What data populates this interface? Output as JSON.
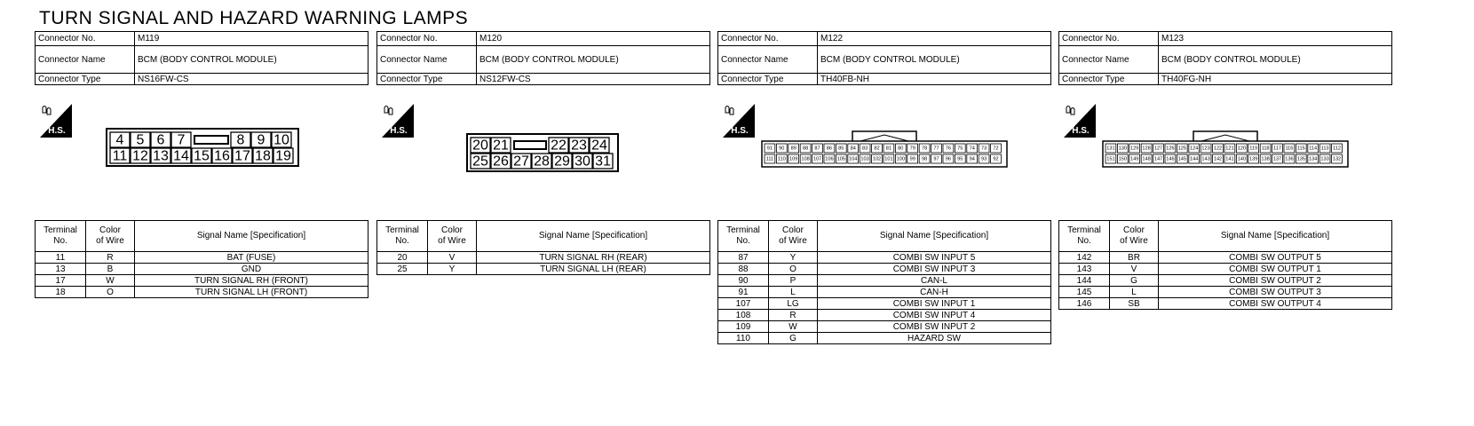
{
  "page_title": "TURN SIGNAL AND HAZARD WARNING LAMPS",
  "labels": {
    "connector_no": "Connector No.",
    "connector_name": "Connector Name",
    "connector_type": "Connector Type",
    "hs": "H.S.",
    "terminal_no": [
      "Terminal",
      "No."
    ],
    "color_of_wire": [
      "Color",
      "of Wire"
    ],
    "signal_name": "Signal Name [Specification]"
  },
  "connectors": [
    {
      "no": "M119",
      "name": "BCM (BODY CONTROL MODULE)",
      "type": "NS16FW-CS",
      "pins_top": [
        "4",
        "5",
        "6",
        "7",
        "",
        "8",
        "9",
        "10"
      ],
      "pins_bottom": [
        "11",
        "12",
        "13",
        "14",
        "15",
        "16",
        "17",
        "18",
        "19"
      ],
      "rows": [
        {
          "terminal": "11",
          "color": "R",
          "signal": "BAT (FUSE)"
        },
        {
          "terminal": "13",
          "color": "B",
          "signal": "GND"
        },
        {
          "terminal": "17",
          "color": "W",
          "signal": "TURN SIGNAL RH (FRONT)"
        },
        {
          "terminal": "18",
          "color": "O",
          "signal": "TURN SIGNAL LH (FRONT)"
        }
      ]
    },
    {
      "no": "M120",
      "name": "BCM (BODY CONTROL MODULE)",
      "type": "NS12FW-CS",
      "pins_top": [
        "20",
        "21",
        "",
        "22",
        "23",
        "24"
      ],
      "pins_bottom": [
        "25",
        "26",
        "27",
        "28",
        "29",
        "30",
        "31"
      ],
      "rows": [
        {
          "terminal": "20",
          "color": "V",
          "signal": "TURN SIGNAL RH (REAR)"
        },
        {
          "terminal": "25",
          "color": "Y",
          "signal": "TURN SIGNAL LH (REAR)"
        }
      ]
    },
    {
      "no": "M122",
      "name": "BCM (BODY CONTROL MODULE)",
      "type": "TH40FB-NH",
      "pins_top": [
        "91",
        "90",
        "89",
        "88",
        "87",
        "86",
        "85",
        "84",
        "83",
        "82",
        "81",
        "80",
        "79",
        "78",
        "77",
        "76",
        "75",
        "74",
        "73",
        "72"
      ],
      "pins_bottom": [
        "111",
        "110",
        "109",
        "108",
        "107",
        "106",
        "105",
        "104",
        "103",
        "102",
        "101",
        "100",
        "99",
        "98",
        "97",
        "96",
        "95",
        "94",
        "93",
        "92"
      ],
      "rows": [
        {
          "terminal": "87",
          "color": "Y",
          "signal": "COMBI SW INPUT 5"
        },
        {
          "terminal": "88",
          "color": "O",
          "signal": "COMBI SW INPUT 3"
        },
        {
          "terminal": "90",
          "color": "P",
          "signal": "CAN-L"
        },
        {
          "terminal": "91",
          "color": "L",
          "signal": "CAN-H"
        },
        {
          "terminal": "107",
          "color": "LG",
          "signal": "COMBI SW INPUT 1"
        },
        {
          "terminal": "108",
          "color": "R",
          "signal": "COMBI SW INPUT 4"
        },
        {
          "terminal": "109",
          "color": "W",
          "signal": "COMBI SW INPUT 2"
        },
        {
          "terminal": "110",
          "color": "G",
          "signal": "HAZARD SW"
        }
      ]
    },
    {
      "no": "M123",
      "name": "BCM (BODY CONTROL MODULE)",
      "type": "TH40FG-NH",
      "pins_top": [
        "131",
        "130",
        "129",
        "128",
        "127",
        "126",
        "125",
        "124",
        "123",
        "122",
        "121",
        "120",
        "119",
        "118",
        "117",
        "116",
        "115",
        "114",
        "113",
        "112"
      ],
      "pins_bottom": [
        "151",
        "150",
        "149",
        "148",
        "147",
        "146",
        "145",
        "144",
        "143",
        "142",
        "141",
        "140",
        "139",
        "138",
        "137",
        "136",
        "135",
        "134",
        "133",
        "132"
      ],
      "rows": [
        {
          "terminal": "142",
          "color": "BR",
          "signal": "COMBI SW OUTPUT 5"
        },
        {
          "terminal": "143",
          "color": "V",
          "signal": "COMBI SW OUTPUT 1"
        },
        {
          "terminal": "144",
          "color": "G",
          "signal": "COMBI SW OUTPUT 2"
        },
        {
          "terminal": "145",
          "color": "L",
          "signal": "COMBI SW OUTPUT 3"
        },
        {
          "terminal": "146",
          "color": "SB",
          "signal": "COMBI SW OUTPUT 4"
        }
      ]
    }
  ]
}
